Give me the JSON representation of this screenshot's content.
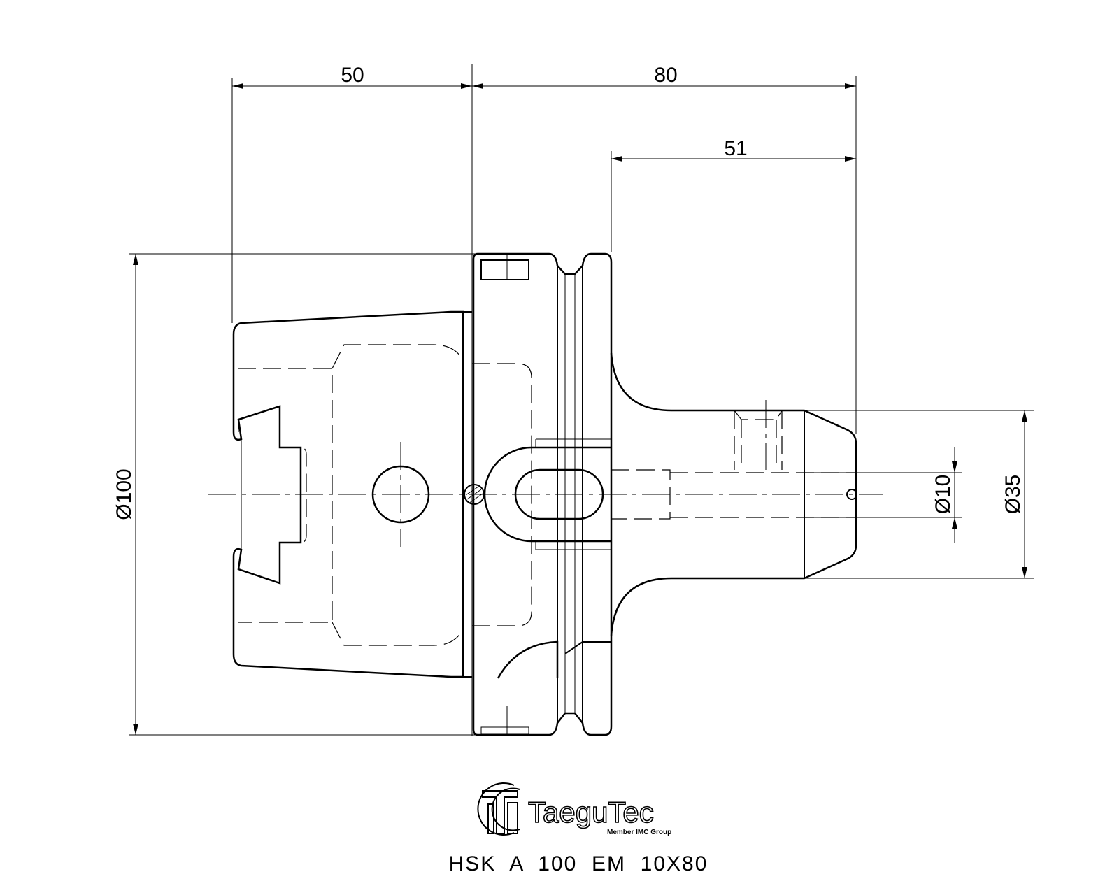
{
  "dimensions": {
    "top_left": "50",
    "top_right": "80",
    "mid": "51",
    "dia_body": "Ø100",
    "dia_bore": "Ø10",
    "dia_nose": "Ø35"
  },
  "logo": {
    "brand": "TaeguTec",
    "tagline": "Member IMC Group"
  },
  "title": "HSK  A  100  EM  10X80"
}
